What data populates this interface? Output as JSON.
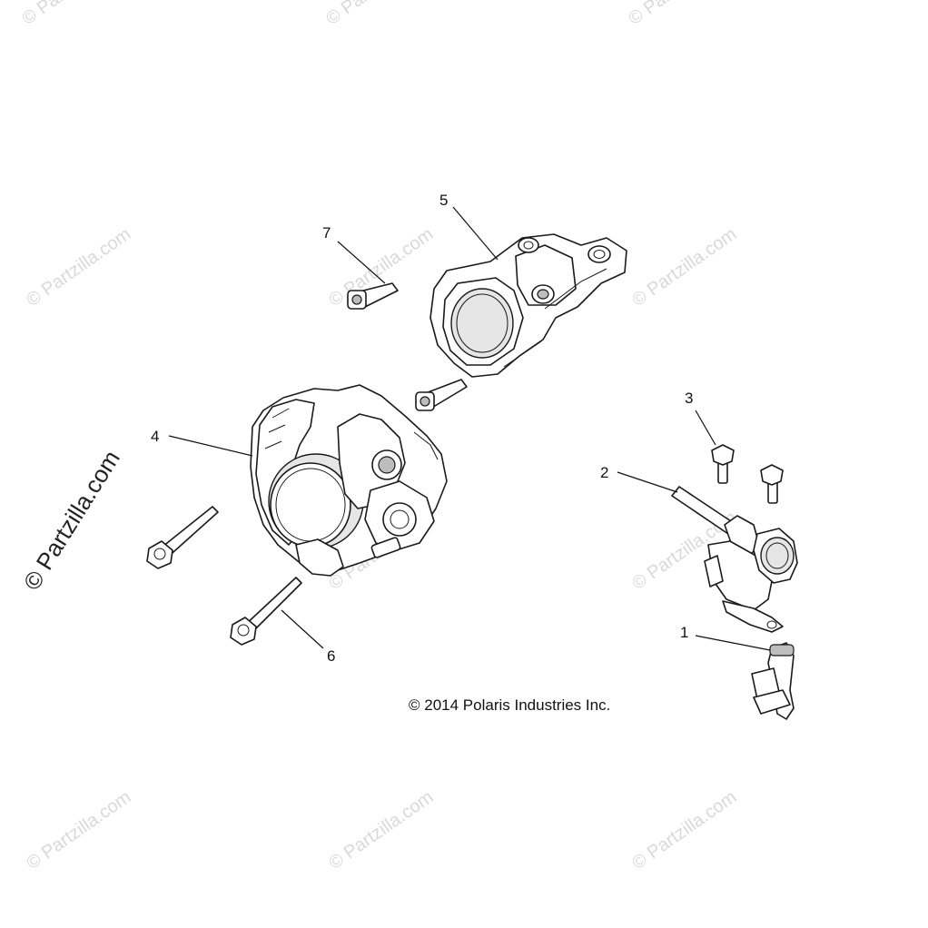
{
  "watermark": {
    "text": "© Partzilla.com",
    "side_text": "© Partzilla.com"
  },
  "copyright": "© 2014 Polaris Industries Inc.",
  "callouts": {
    "c1": "1",
    "c2": "2",
    "c3": "3",
    "c4": "4",
    "c5": "5",
    "c6": "6",
    "c7": "7"
  }
}
